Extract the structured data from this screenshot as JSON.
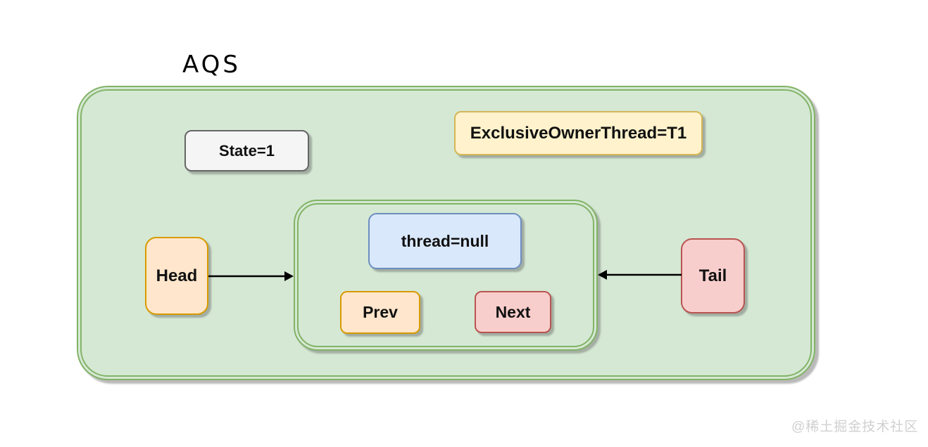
{
  "title": "AQS",
  "watermark": "@稀土掘金技术社区",
  "nodes": {
    "state": {
      "label": "State=1"
    },
    "exclusive_owner_thread": {
      "label": "ExclusiveOwnerThread=T1"
    },
    "thread": {
      "label": "thread=null"
    },
    "prev": {
      "label": "Prev"
    },
    "next": {
      "label": "Next"
    },
    "head": {
      "label": "Head"
    },
    "tail": {
      "label": "Tail"
    }
  },
  "edges": [
    {
      "from": "head",
      "to": "queue-node-container",
      "style": "solid",
      "arrow_direction": "right"
    },
    {
      "from": "tail",
      "to": "queue-node-container",
      "style": "solid",
      "arrow_direction": "left"
    }
  ],
  "colors": {
    "container_fill": "#d5e8d4",
    "container_border": "#82b366",
    "state_fill": "#f5f5f5",
    "state_border": "#666666",
    "yellow_fill": "#fff2cc",
    "yellow_border": "#d6b656",
    "blue_fill": "#dae8fc",
    "blue_border": "#6c8ebf",
    "orange_fill": "#ffe6cc",
    "orange_border": "#d79b00",
    "red_fill": "#f8cecc",
    "red_border": "#b85450",
    "arrow": "#000000",
    "watermark_text": "#d0d0d0"
  }
}
